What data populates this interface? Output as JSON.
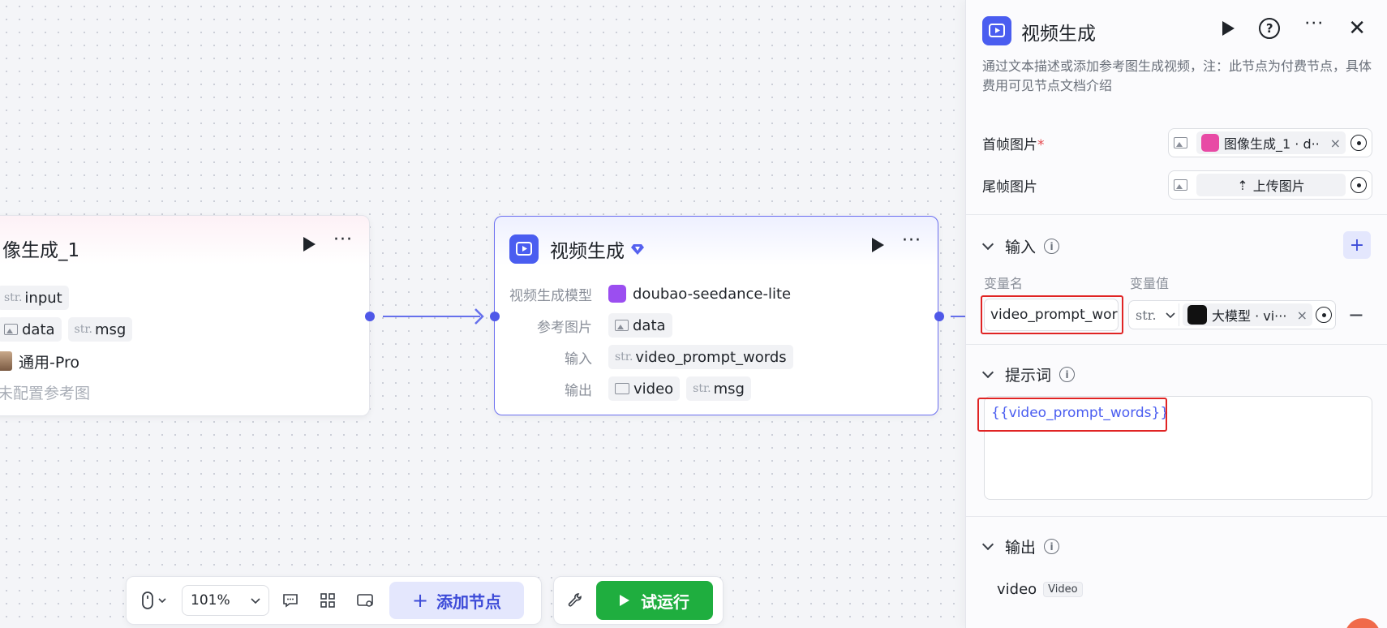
{
  "canvas": {
    "image_node": {
      "title": "像生成_1",
      "input_tag": {
        "type": "str.",
        "name": "input"
      },
      "outputs": [
        {
          "type": "image",
          "name": "data"
        },
        {
          "type": "str.",
          "name": "msg"
        }
      ],
      "model": "通用-Pro",
      "ref_status": "未配置参考图"
    },
    "video_node": {
      "title": "视频生成",
      "rows": {
        "model_label": "视频生成模型",
        "model_value": "doubao-seedance-lite",
        "ref_label": "参考图片",
        "ref_value": "data",
        "input_label": "输入",
        "input_type": "str.",
        "input_value": "video_prompt_words",
        "output_label": "输出",
        "output_video": "video",
        "output_type": "str.",
        "output_msg": "msg"
      }
    }
  },
  "toolbar": {
    "zoom": "101%",
    "add_node": "添加节点",
    "run": "试运行"
  },
  "panel": {
    "title": "视频生成",
    "description": "通过文本描述或添加参考图生成视频，注：此节点为付费节点，具体费用可见节点文档介绍",
    "first_frame_label": "首帧图片",
    "first_frame_value": "图像生成_1 · d··",
    "last_frame_label": "尾帧图片",
    "upload_label": "上传图片",
    "input_section": "输入",
    "var_name_label": "变量名",
    "var_value_label": "变量值",
    "var_name_value": "video_prompt_words",
    "var_type": "str.",
    "var_value": "大模型 · vi···",
    "prompt_section": "提示词",
    "prompt_text": "{{video_prompt_words}}",
    "output_section": "输出",
    "output_name": "video",
    "output_type": "Video"
  },
  "colors": {
    "accent": "#4a5df0",
    "run": "#1fae3f",
    "highlight": "#e02424"
  }
}
